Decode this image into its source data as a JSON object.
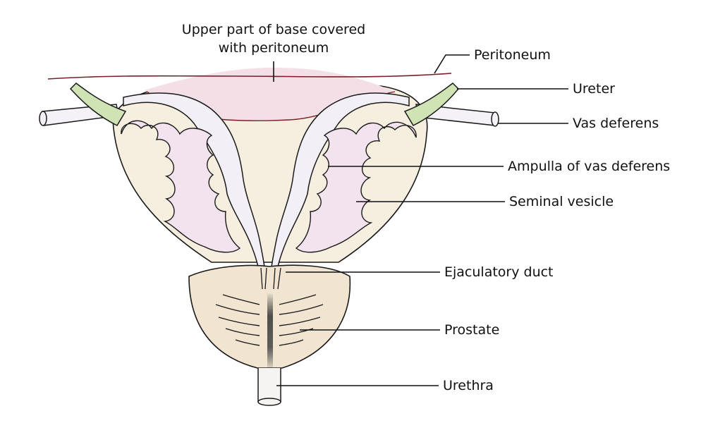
{
  "diagram": {
    "title_lines": [
      "Upper part of base covered",
      "with peritoneum"
    ],
    "labels": {
      "peritoneum": "Peritoneum",
      "ureter": "Ureter",
      "vas_deferens": "Vas deferens",
      "ampulla": "Ampulla of vas deferens",
      "seminal_vesicle": "Seminal vesicle",
      "ejaculatory_duct": "Ejaculatory duct",
      "prostate": "Prostate",
      "urethra": "Urethra"
    },
    "colors": {
      "bladder_fill": "#f6eedf",
      "peritoneum_fill": "#f4dfe6",
      "peritoneum_line": "#7a1f2a",
      "ureter_fill": "#cfe3b4",
      "vas_fill": "#f2f0f6",
      "vesicle_fill": "#f3e3ee",
      "prostate_fill": "#f1e5d2",
      "outline": "#1a1a1a"
    }
  }
}
